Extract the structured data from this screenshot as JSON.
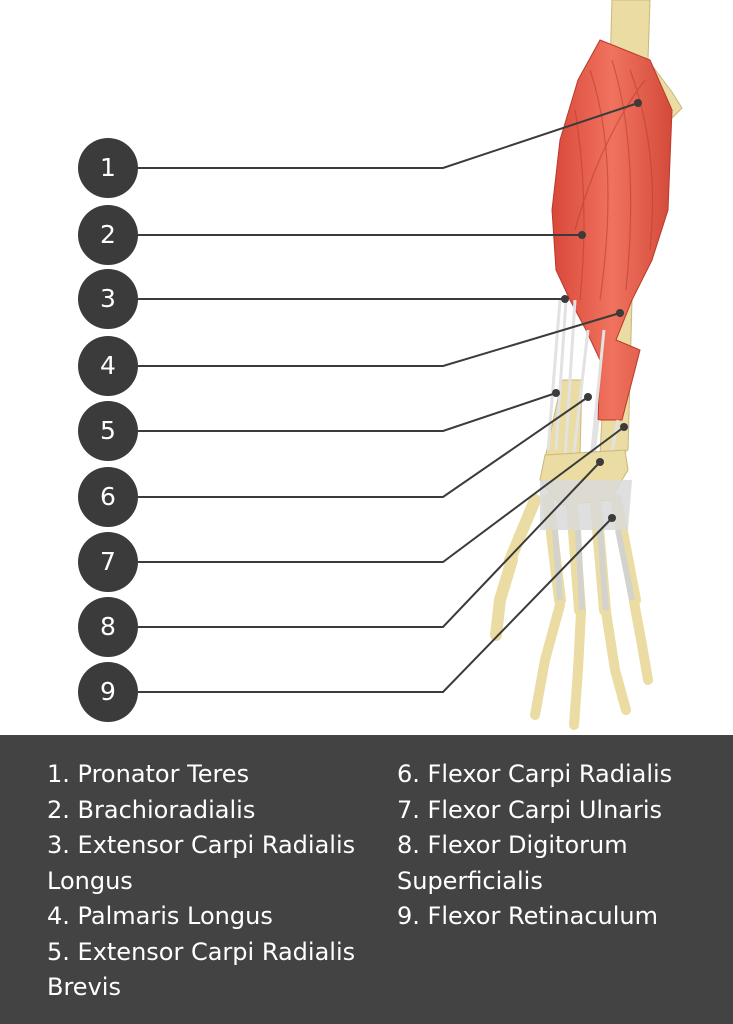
{
  "markers": [
    "1",
    "2",
    "3",
    "4",
    "5",
    "6",
    "7",
    "8",
    "9"
  ],
  "legend": {
    "left": [
      "1. Pronator Teres",
      "2. Brachioradialis",
      "3. Extensor Carpi Radialis Longus",
      "4. Palmaris Longus",
      "5. Extensor Carpi Radialis Brevis"
    ],
    "right": [
      "6. Flexor Carpi Radialis",
      "7. Flexor Carpi Ulnaris",
      "8. Flexor Digitorum Superficialis",
      "9. Flexor Retinaculum"
    ]
  },
  "colors": {
    "marker": "#3b3b3b",
    "legend_background": "#434343",
    "muscle": "#e8604c",
    "bone": "#ebdca4",
    "tendon": "#e8e8e8"
  }
}
